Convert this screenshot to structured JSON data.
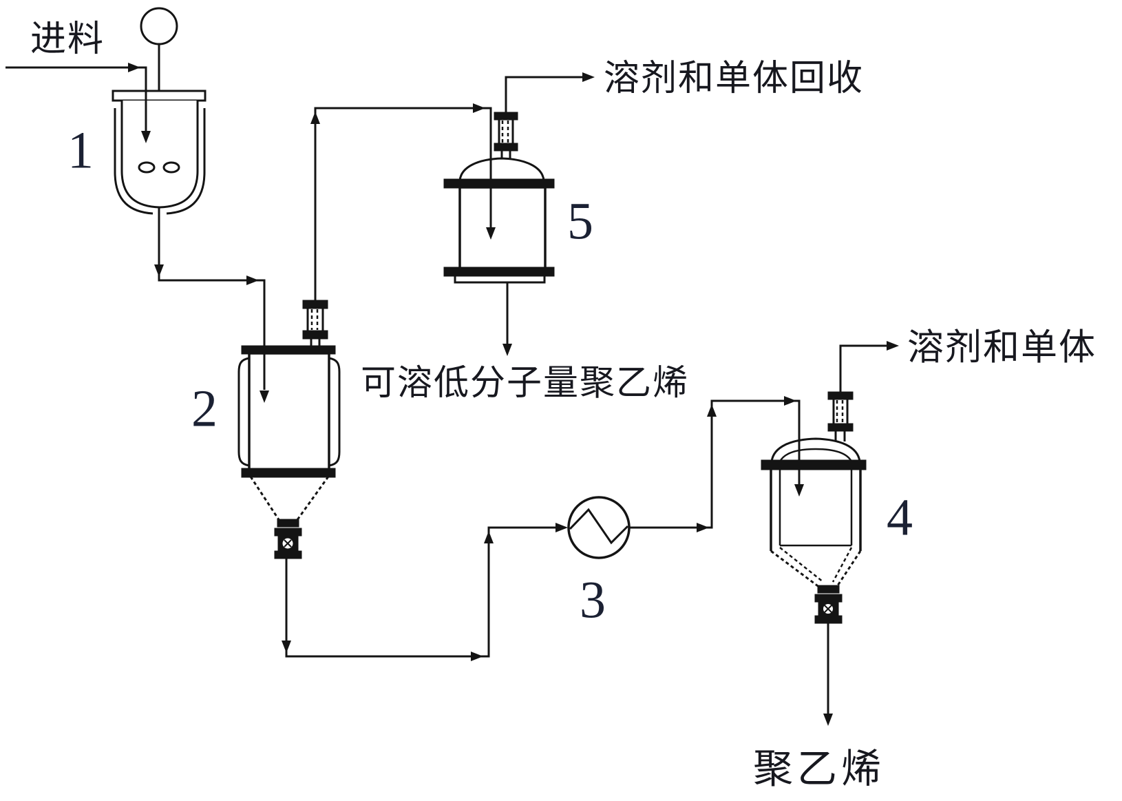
{
  "diagram": {
    "type": "process-flow-diagram",
    "subject": "polyethylene solution polymerization flowsheet",
    "colors": {
      "background": "#ffffff",
      "line": "#141414",
      "text": "#17181f",
      "number_text": "#1b2133"
    },
    "labels": {
      "feed": "进料",
      "solvent_monomer_recovery": "溶剂和单体回收",
      "soluble_low_mw_pe": "可溶低分子量聚乙烯",
      "solvent_monomer": "溶剂和单体",
      "polyethylene": "聚乙烯"
    },
    "equipment": {
      "e1": "1",
      "e2": "2",
      "e3": "3",
      "e4": "4",
      "e5": "5"
    }
  }
}
